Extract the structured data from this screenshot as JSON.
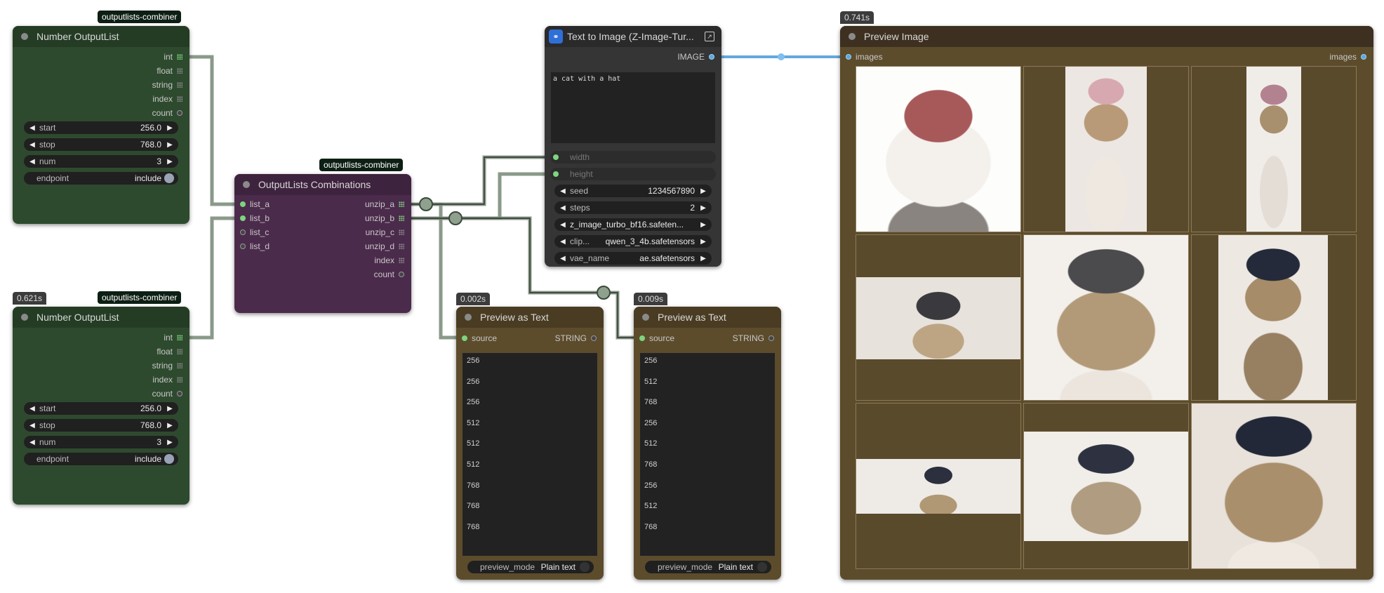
{
  "nodes": {
    "number_list_1": {
      "title": "Number OutputList",
      "tag": "outputlists-combiner",
      "outputs": [
        "int",
        "float",
        "string",
        "index",
        "count"
      ],
      "widgets": [
        {
          "label": "start",
          "value": "256.0"
        },
        {
          "label": "stop",
          "value": "768.0"
        },
        {
          "label": "num",
          "value": "3"
        }
      ],
      "endpoint": {
        "label": "endpoint",
        "value": "include"
      }
    },
    "number_list_2": {
      "title": "Number OutputList",
      "tag": "outputlists-combiner",
      "time": "0.621s",
      "outputs": [
        "int",
        "float",
        "string",
        "index",
        "count"
      ],
      "widgets": [
        {
          "label": "start",
          "value": "256.0"
        },
        {
          "label": "stop",
          "value": "768.0"
        },
        {
          "label": "num",
          "value": "3"
        }
      ],
      "endpoint": {
        "label": "endpoint",
        "value": "include"
      }
    },
    "combinations": {
      "title": "OutputLists Combinations",
      "tag": "outputlists-combiner",
      "inputs": [
        "list_a",
        "list_b",
        "list_c",
        "list_d"
      ],
      "outputs": [
        "unzip_a",
        "unzip_b",
        "unzip_c",
        "unzip_d",
        "index",
        "count"
      ]
    },
    "text_to_image": {
      "title": "Text to Image (Z-Image-Tur...",
      "output": "IMAGE",
      "prompt": "a cat with a hat",
      "inputs": [
        "width",
        "height"
      ],
      "widgets": [
        {
          "label": "seed",
          "value": "1234567890"
        },
        {
          "label": "steps",
          "value": "2"
        },
        {
          "label": "",
          "value": "z_image_turbo_bf16.safeten..."
        },
        {
          "label": "clip...",
          "value": "qwen_3_4b.safetensors"
        },
        {
          "label": "vae_name",
          "value": "ae.safetensors"
        }
      ]
    },
    "preview_text_a": {
      "title": "Preview as Text",
      "time": "0.002s",
      "input": "source",
      "output": "STRING",
      "lines": [
        "256",
        "256",
        "256",
        "512",
        "512",
        "512",
        "768",
        "768",
        "768"
      ],
      "mode_label": "preview_mode",
      "mode_value": "Plain text"
    },
    "preview_text_b": {
      "title": "Preview as Text",
      "time": "0.009s",
      "input": "source",
      "output": "STRING",
      "lines": [
        "256",
        "512",
        "768",
        "256",
        "512",
        "768",
        "256",
        "512",
        "768"
      ],
      "mode_label": "preview_mode",
      "mode_value": "Plain text"
    },
    "preview_image": {
      "title": "Preview Image",
      "time": "0.741s",
      "input": "images",
      "output": "images"
    }
  },
  "colors": {
    "green_node": "#2e4a2e",
    "purple_node": "#4b2b4b",
    "brown_node": "#5c4c2c",
    "dark_node": "#353535",
    "link_green": "#8fa08f",
    "link_blue": "#64a8e0"
  }
}
